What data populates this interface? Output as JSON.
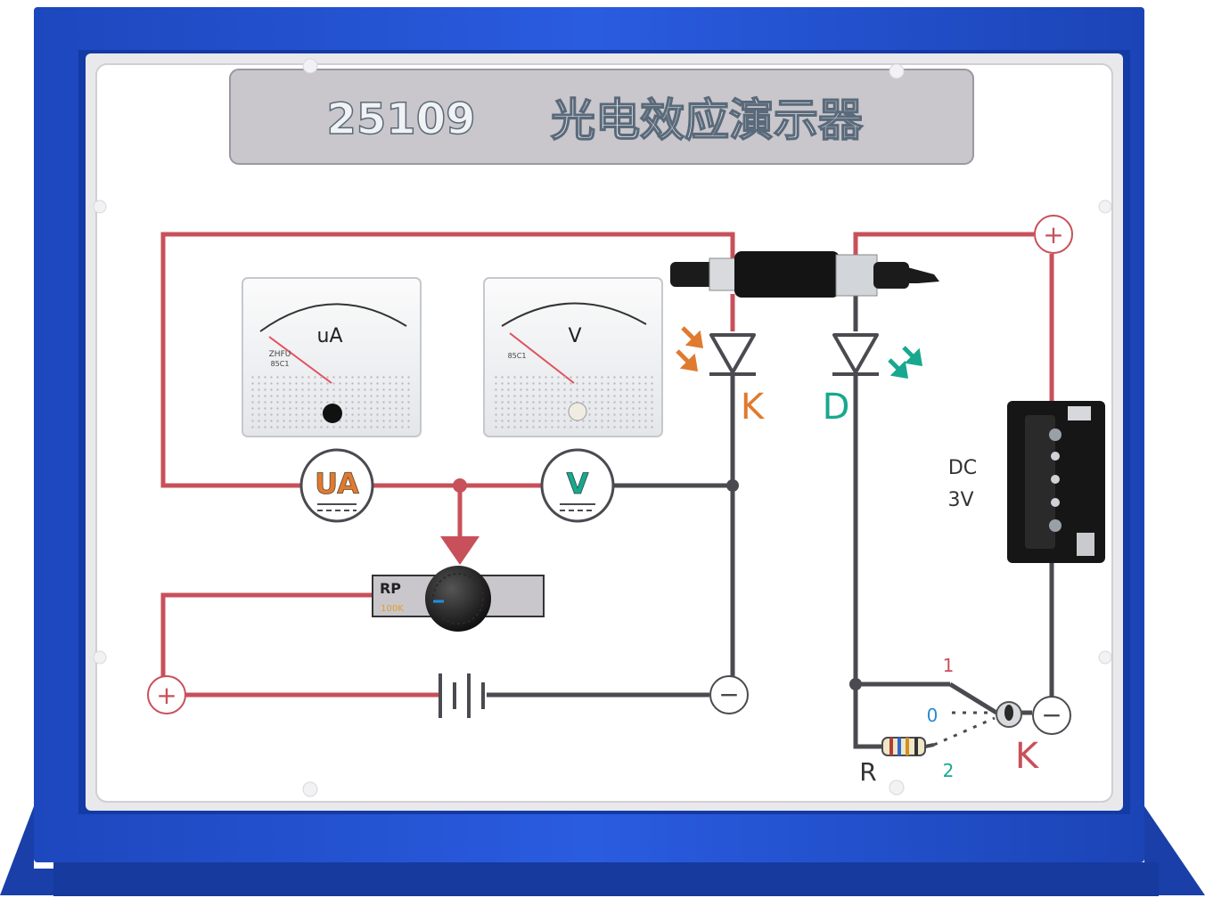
{
  "title": {
    "model": "25109",
    "name": "光电效应演示器"
  },
  "meters": {
    "microammeter": {
      "unit": "uA",
      "symbol": "UA",
      "brand": "ZHFU",
      "model": "85C1"
    },
    "voltmeter": {
      "unit": "V",
      "symbol": "V",
      "model": "85C1"
    }
  },
  "rheostat": {
    "label": "RP",
    "value": "100K"
  },
  "labels": {
    "k_left": "K",
    "d": "D",
    "k_right": "K",
    "r": "R"
  },
  "power": {
    "dc": "DC",
    "volts": "3V"
  },
  "switch_positions": [
    "1",
    "0",
    "2"
  ],
  "terminals": {
    "plus": "+",
    "minus": "−"
  },
  "colors": {
    "frame": "#1f4fd0",
    "wire_red": "#c8505a",
    "wire_dark": "#4a4a50",
    "orange": "#e07a2e",
    "teal": "#17a88f",
    "title_plate": "#c9c7cc"
  }
}
